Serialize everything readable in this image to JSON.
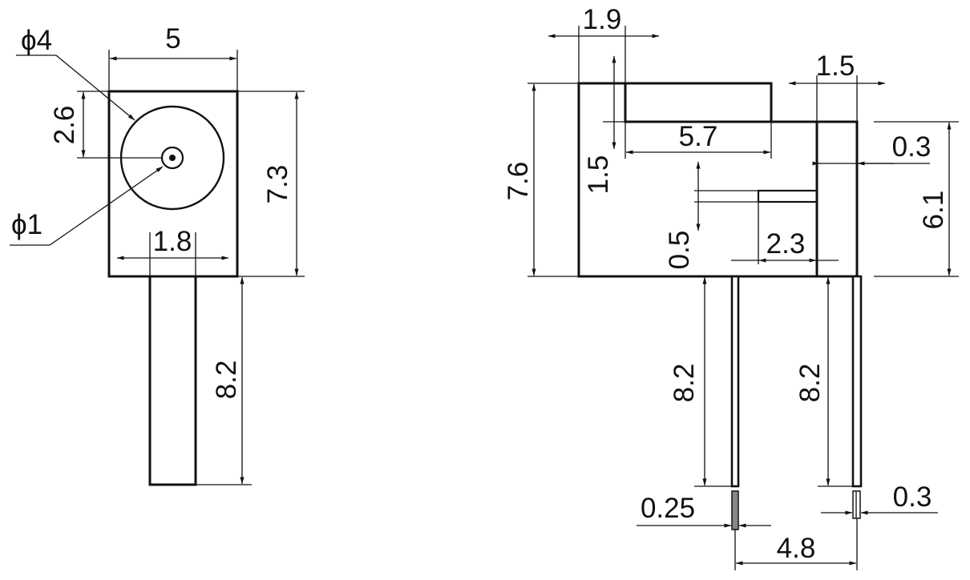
{
  "front_view": {
    "phi_outer": "ϕ4",
    "phi_inner": "ϕ1",
    "width": "5",
    "center_height": "2.6",
    "height": "7.3",
    "pin_width": "1.8",
    "pin_length": "8.2"
  },
  "side_view": {
    "top_offset": "1.9",
    "right_wall": "1.5",
    "total_height": "7.6",
    "step_depth": "1.5",
    "slot_length": "5.7",
    "right_gap": "0.3",
    "right_height": "6.1",
    "ledge_height": "0.5",
    "ledge_length": "2.3",
    "pin_left_length": "8.2",
    "pin_right_length": "8.2",
    "pin_left_thickness": "0.25",
    "pin_right_thickness": "0.3",
    "pin_pitch": "4.8"
  }
}
